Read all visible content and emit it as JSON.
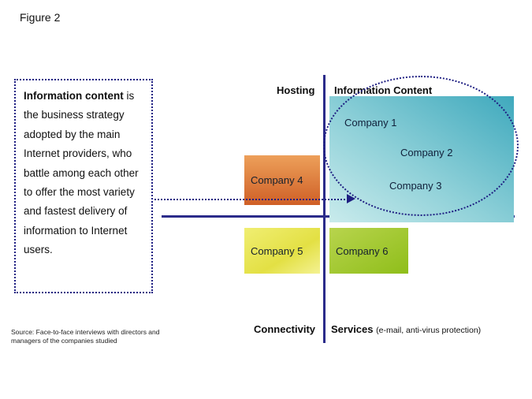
{
  "figure_title": "Figure 2",
  "note": {
    "bold": "Information content",
    "text": " is the business strategy adopted by the main Internet providers, who battle among each other to offer the most variety and fastest delivery of information to Internet users."
  },
  "source": "Source: Face-to-face interviews with directors and managers of the companies studied",
  "axes": {
    "top_left": "Hosting",
    "top_right": "Information Content",
    "bottom_left": "Connectivity",
    "bottom_right": "Services",
    "bottom_right_note": "(e-mail, anti-virus protection)"
  },
  "companies": [
    {
      "label": "Company 1",
      "quadrant": "information-content"
    },
    {
      "label": "Company 2",
      "quadrant": "information-content"
    },
    {
      "label": "Company 3",
      "quadrant": "information-content"
    },
    {
      "label": "Company 4",
      "quadrant": "hosting"
    },
    {
      "label": "Company 5",
      "quadrant": "connectivity"
    },
    {
      "label": "Company 6",
      "quadrant": "services"
    }
  ],
  "colors": {
    "navy": "#1e1e82",
    "axis": "#2b2b8a",
    "teal_light": "#c9ebec",
    "teal_dark": "#3fa9bd",
    "orange_light": "#eda05a",
    "orange_dark": "#cf5f26",
    "yellow_light": "#f4f293",
    "yellow_dark": "#e3e044",
    "green_light": "#b8d44d",
    "green_dark": "#8fbe1a"
  }
}
